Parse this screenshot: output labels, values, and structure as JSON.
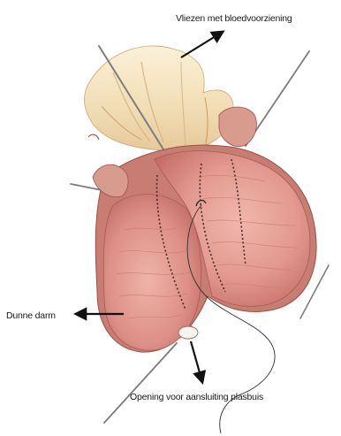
{
  "labels": {
    "fat_blood_supply": "Vliezen met bloedvoorziening",
    "small_intestine": "Dunne darm",
    "pouch_opening": "Opening voor aansluiting plasbuis"
  }
}
